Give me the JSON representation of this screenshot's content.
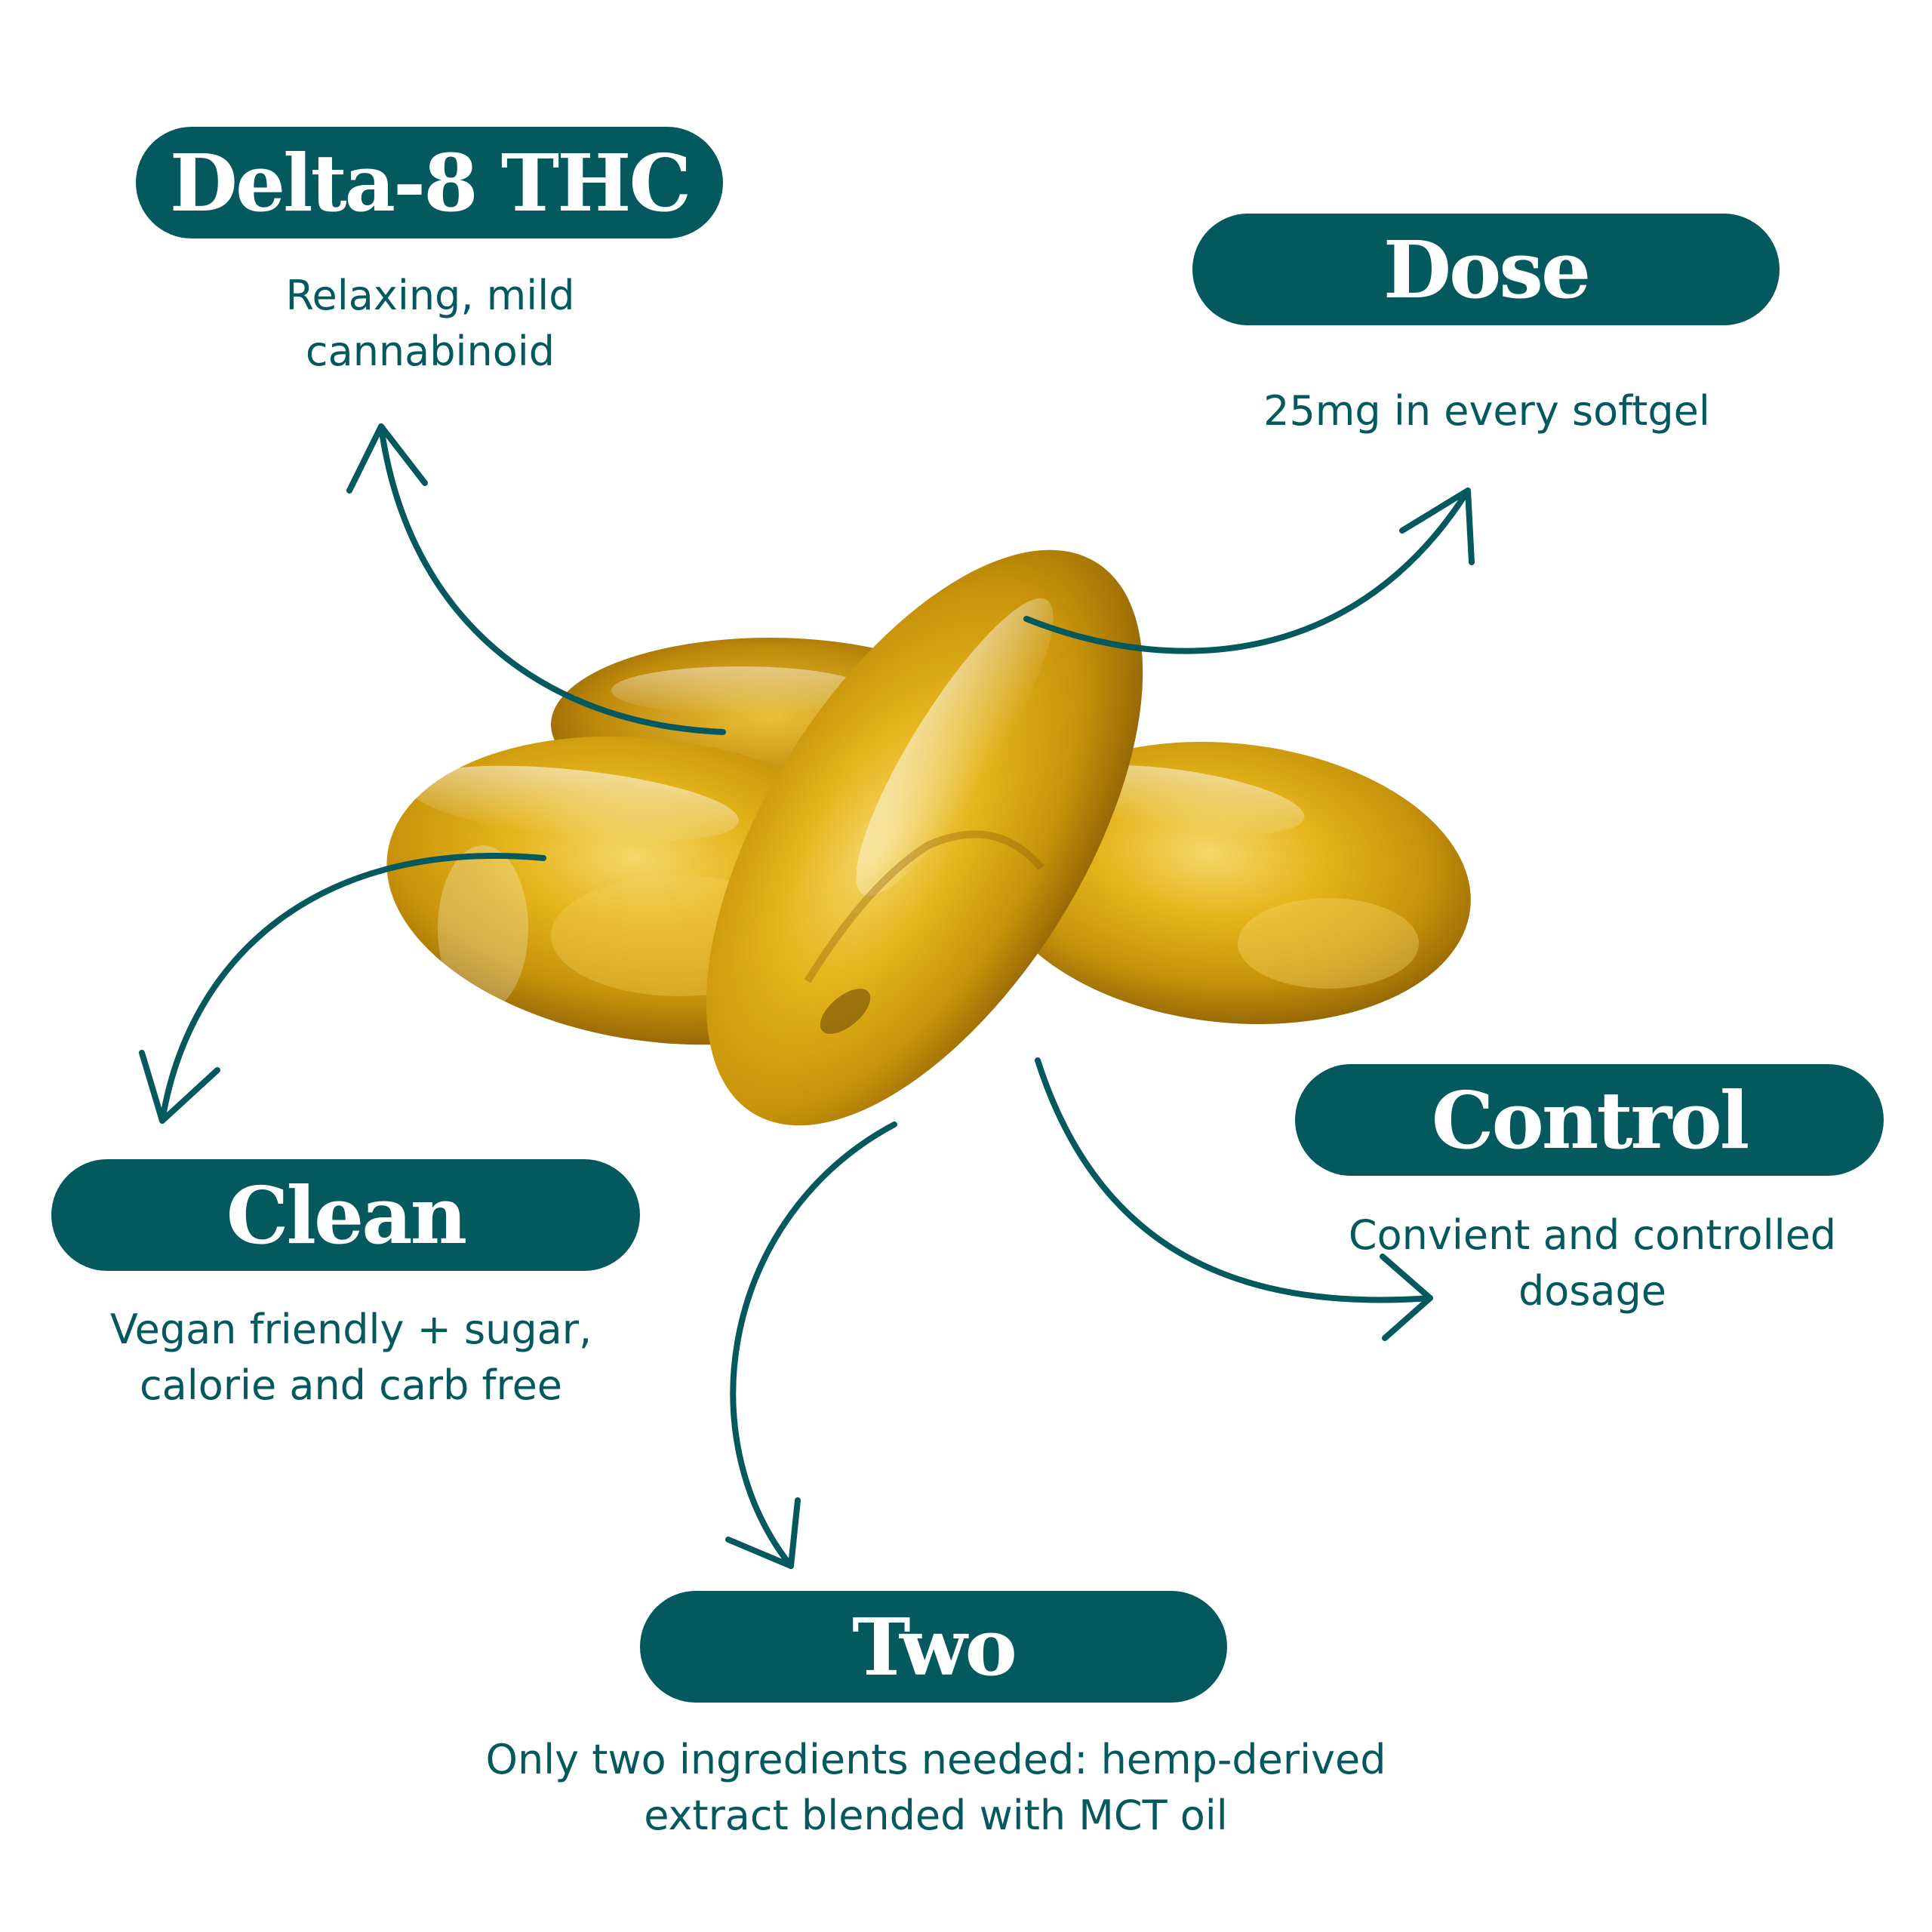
{
  "colors": {
    "brand_teal": "#03595d",
    "softgel_gold": "#d9a912",
    "background": "#ffffff"
  },
  "features": [
    {
      "title": "Delta-8 THC",
      "description": "Relaxing, mild\ncannabinoid"
    },
    {
      "title": "Dose",
      "description": "25mg in every softgel"
    },
    {
      "title": "Clean",
      "description": "Vegan friendly + sugar,\ncalorie and carb free"
    },
    {
      "title": "Control",
      "description": "Convient and controlled\ndosage"
    },
    {
      "title": "Two",
      "description": "Only two ingredients needed: hemp-derived\nextract blended with MCT oil"
    }
  ],
  "illustration": {
    "subject": "softgel-capsules",
    "count": 4
  }
}
